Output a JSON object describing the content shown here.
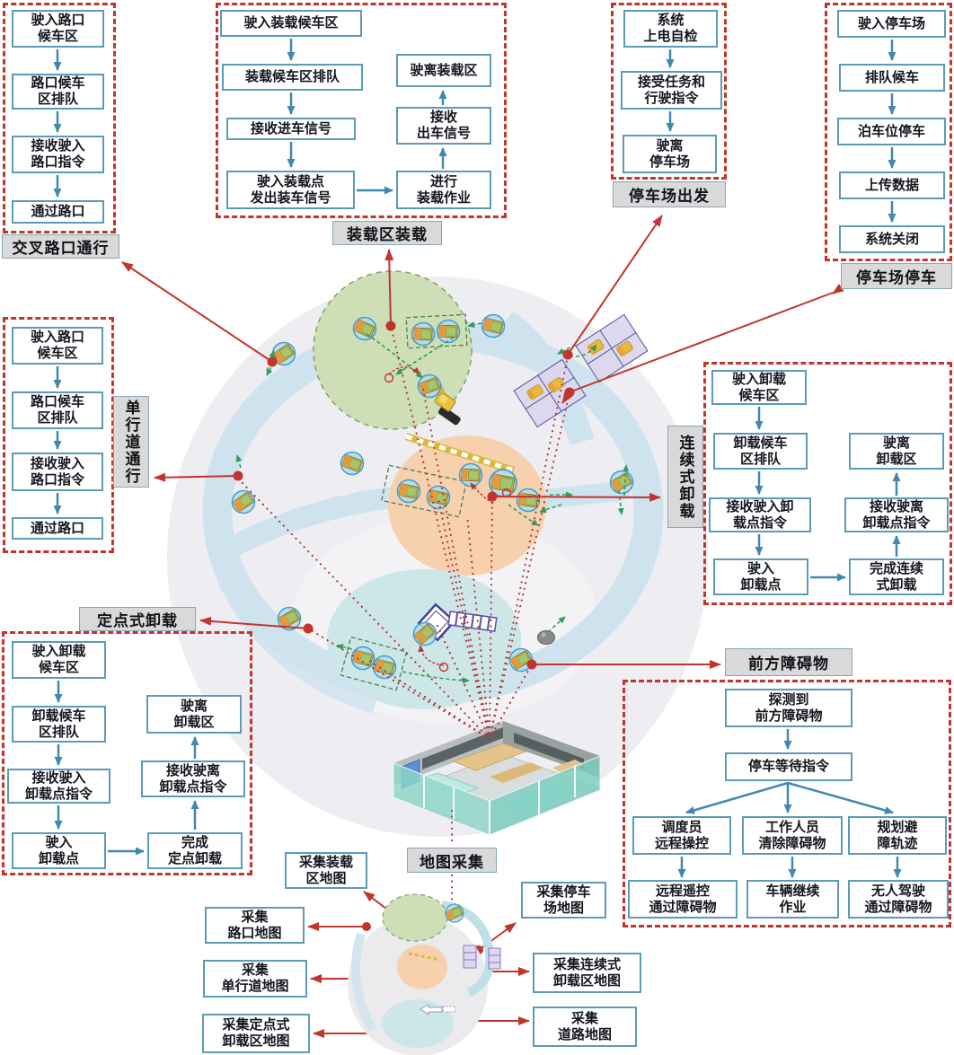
{
  "diagram": {
    "crossroad": {
      "label": "交叉路口通行",
      "steps": [
        "驶入路口\n候车区",
        "路口候车\n区排队",
        "接收驶入\n路口指令",
        "通过路口"
      ]
    },
    "oneway": {
      "label": "单行道通行",
      "steps": [
        "驶入路口\n候车区",
        "路口候车\n区排队",
        "接收驶入\n路口指令",
        "通过路口"
      ]
    },
    "loading": {
      "label": "装载区装载",
      "steps_left": [
        "驶入装载候车区",
        "装载候车区排队",
        "接收进车信号",
        "驶入装载点\n发出装车信号"
      ],
      "steps_right": [
        "进行\n装载作业",
        "接收\n出车信号",
        "驶离装载区"
      ]
    },
    "depart": {
      "label": "停车场出发",
      "steps": [
        "系统\n上电自检",
        "接受任务和\n行驶指令",
        "驶离\n停车场"
      ]
    },
    "parkstop": {
      "label": "停车场停车",
      "steps": [
        "驶入停车场",
        "排队候车",
        "泊车位停车",
        "上传数据",
        "系统关闭"
      ]
    },
    "continuous": {
      "label": "连续式卸载",
      "steps_left": [
        "驶入卸载\n候车区",
        "卸载候车\n区排队",
        "接收驶入卸\n载点指令",
        "驶入\n卸载点"
      ],
      "steps_right": [
        "完成连续\n式卸载",
        "接收驶离\n卸载点指令",
        "驶离\n卸载区"
      ]
    },
    "fixedpoint": {
      "label": "定点式卸载",
      "steps_left": [
        "驶入卸载\n候车区",
        "卸载候车\n区排队",
        "接收驶入\n卸载点指令",
        "驶入\n卸载点"
      ],
      "steps_right": [
        "完成\n定点卸载",
        "接收驶离\n卸载点指令",
        "驶离\n卸载区"
      ]
    },
    "obstacle": {
      "label": "前方障碍物",
      "detect": "探测到\n前方障碍物",
      "wait": "停车等待指令",
      "branches": [
        "调度员\n远程操控",
        "工作人员\n清除障碍物",
        "规划避\n障轨迹"
      ],
      "results": [
        "远程遥控\n通过障碍物",
        "车辆继续\n作业",
        "无人驾驶\n通过障碍物"
      ]
    },
    "mapping": {
      "label": "地图采集",
      "loading_map": "采集装载\n区地图",
      "parking_map": "采集停车\n场地图",
      "crossroad_map": "采集\n路口地图",
      "oneway_map": "采集\n单行道地图",
      "fixedpoint_map": "采集定点式\n卸载区地图",
      "continuous_map": "采集连续式\n卸载区地图",
      "road_map": "采集\n道路地图"
    }
  },
  "colors": {
    "box_border": "#5d9ab8",
    "label_bg": "#d9d9d9",
    "dashed_border": "#c2342c",
    "flow_arrow": "#4189ae",
    "connector_red": "#c2342c",
    "route_green": "#2f9e5a",
    "road_blue": "#cfe3ee",
    "loading_area_green": "#cfdfb5",
    "unloading_area_orange": "#f7d0ad",
    "fixed_unloading_teal": "#cde7e9",
    "parking_lot_purple": "#dcd6ec",
    "truck_yellow": "#e9bb3a"
  }
}
